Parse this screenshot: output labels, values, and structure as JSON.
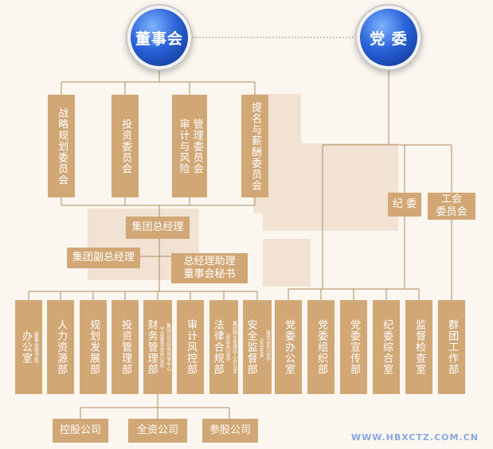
{
  "top": {
    "board": "董事会",
    "party": "党 委"
  },
  "committees": [
    "战略规划委员会",
    "投资委员会",
    "审计与风险",
    "管理委员会",
    "提名与薪酬委员会"
  ],
  "party_units": {
    "discipline": "纪 委",
    "union_line1": "工会",
    "union_line2": "委员会"
  },
  "management": {
    "gm": "集团总经理",
    "deputy_gm": "集团副总经理",
    "assistant_line1": "总经理助理",
    "assistant_line2": "董事会秘书"
  },
  "departments": {
    "office": "办公室",
    "office_sub": "（董事会秘书处）",
    "hr": "人力资源部",
    "planning": "规划发展部",
    "investment": "投资管理部",
    "finance": "财务管理部",
    "finance_sub1": "（工会委员会办公室）",
    "finance_sub2": "集团公司财务共享中心",
    "audit": "审计风控部",
    "legal": "法律合规部",
    "legal_sub1": "（招标办公室）",
    "legal_sub2": "集团物业管理中心办公室",
    "safety": "安全监督部",
    "safety_sub1": "（安全生产",
    "safety_sub2": "委员会办公室）",
    "party_office": "党委办公室",
    "party_org": "党委组织部",
    "party_pub": "党委宣传部",
    "discipline_office": "纪委综合室",
    "supervision": "监督检查室",
    "mass_work": "群团工作部"
  },
  "companies": [
    "控股公司",
    "全资公司",
    "参股公司"
  ],
  "footer": "WWW.HBXCTZ.COM.CN",
  "colors": {
    "box": "#d1a775",
    "line": "#b08a5c",
    "circle": "#2a63d8",
    "background": "#fbf7f0"
  }
}
